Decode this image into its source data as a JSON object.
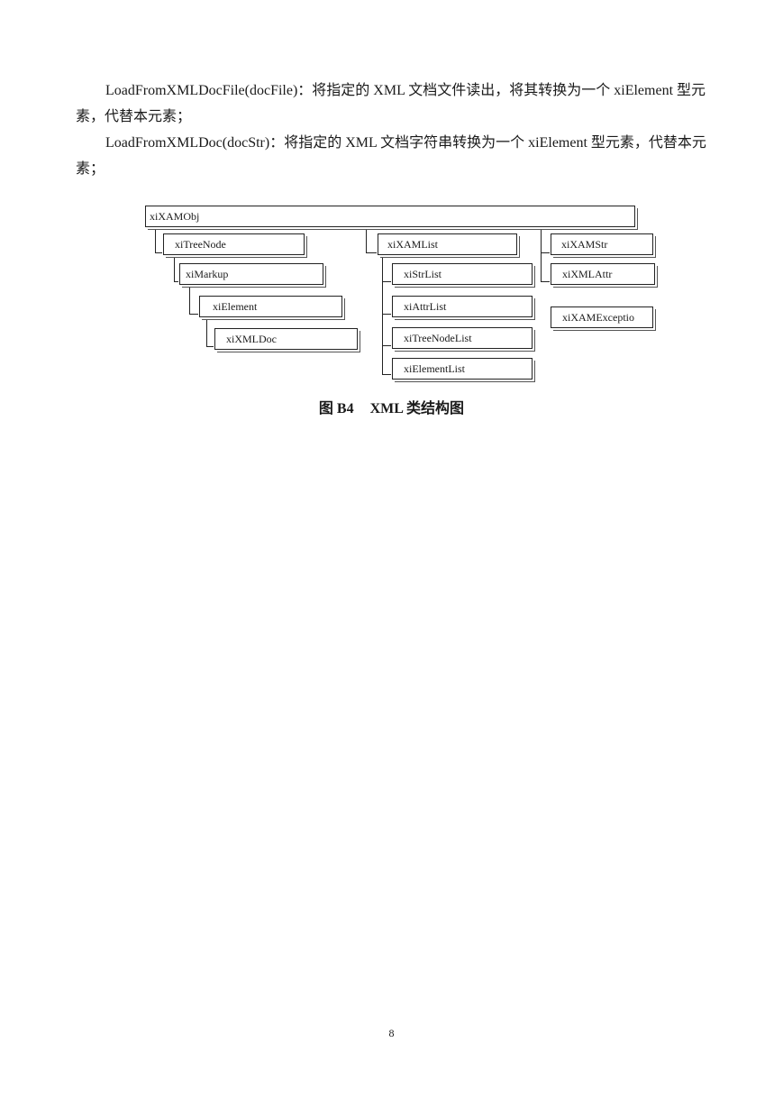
{
  "paragraphs": [
    "LoadFromXMLDocFile(docFile)：将指定的 XML 文档文件读出，将其转换为一个 xiElement 型元素，代替本元素；",
    "LoadFromXMLDoc(docStr)：将指定的 XML 文档字符串转换为一个 xiElement 型元素，代替本元素；"
  ],
  "diagram": {
    "root": "xiXAMObj",
    "nodes": {
      "tree_node": "xiTreeNode",
      "markup": "xiMarkup",
      "element": "xiElement",
      "xml_doc": "xiXMLDoc",
      "xam_list": "xiXAMList",
      "str_list": "xiStrList",
      "attr_list": "xiAttrList",
      "tree_node_list": "xiTreeNodeList",
      "element_list": "xiElementList",
      "xam_str": "xiXAMStr",
      "xml_attr": "xiXMLAttr",
      "xam_exception": "xiXAMExceptio"
    }
  },
  "caption": {
    "figure_no": "图 B4",
    "title": "XML 类结构图"
  },
  "page_number": "8"
}
